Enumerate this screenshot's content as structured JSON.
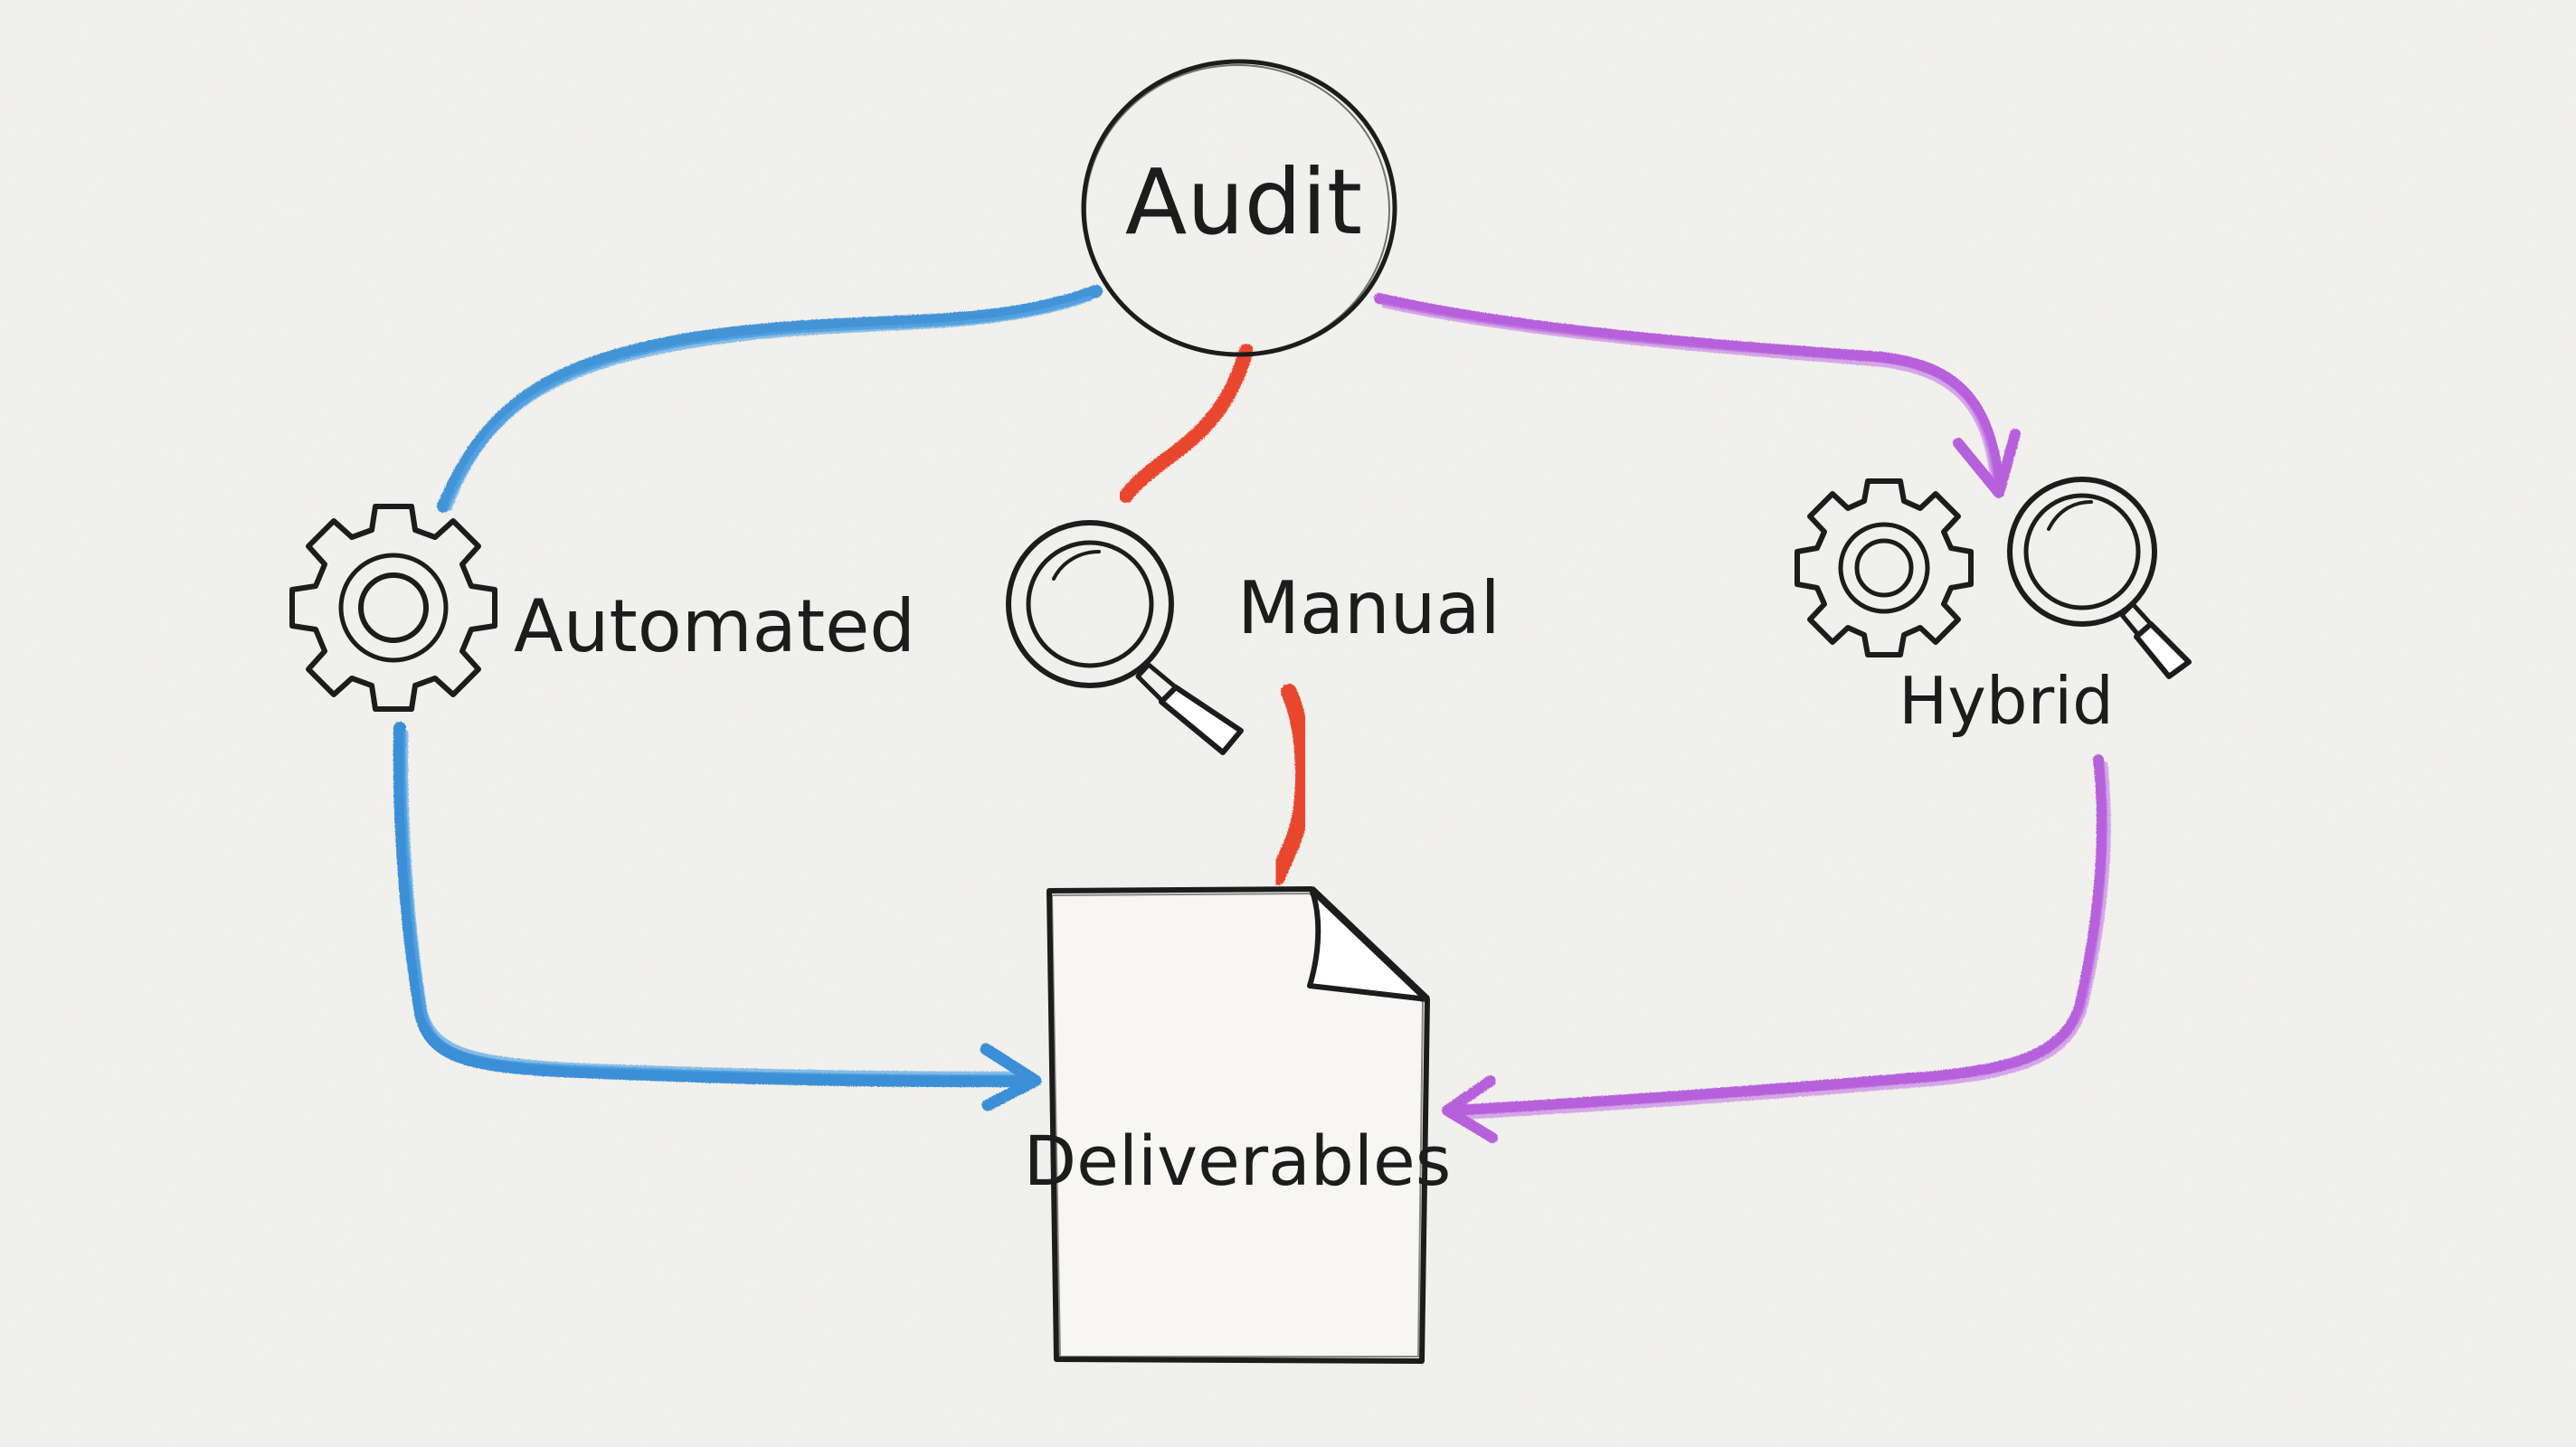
{
  "nodes": {
    "audit": {
      "label": "Audit"
    },
    "automated": {
      "label": "Automated",
      "icon": "gear-icon"
    },
    "manual": {
      "label": "Manual",
      "icon": "magnifier-icon"
    },
    "hybrid": {
      "label": "Hybrid",
      "icons": [
        "gear-icon",
        "magnifier-icon"
      ]
    },
    "deliverables": {
      "label": "Deliverables",
      "icon": "document-icon"
    }
  },
  "edges": [
    {
      "from": "Audit",
      "to": "Automated",
      "color": "#3a8fd6"
    },
    {
      "from": "Audit",
      "to": "Manual",
      "color": "#e8472f"
    },
    {
      "from": "Audit",
      "to": "Hybrid",
      "color": "#b760dc"
    },
    {
      "from": "Automated",
      "to": "Deliverables",
      "color": "#3a8fd6"
    },
    {
      "from": "Manual",
      "to": "Deliverables",
      "color": "#e8472f"
    },
    {
      "from": "Hybrid",
      "to": "Deliverables",
      "color": "#b760dc"
    }
  ]
}
